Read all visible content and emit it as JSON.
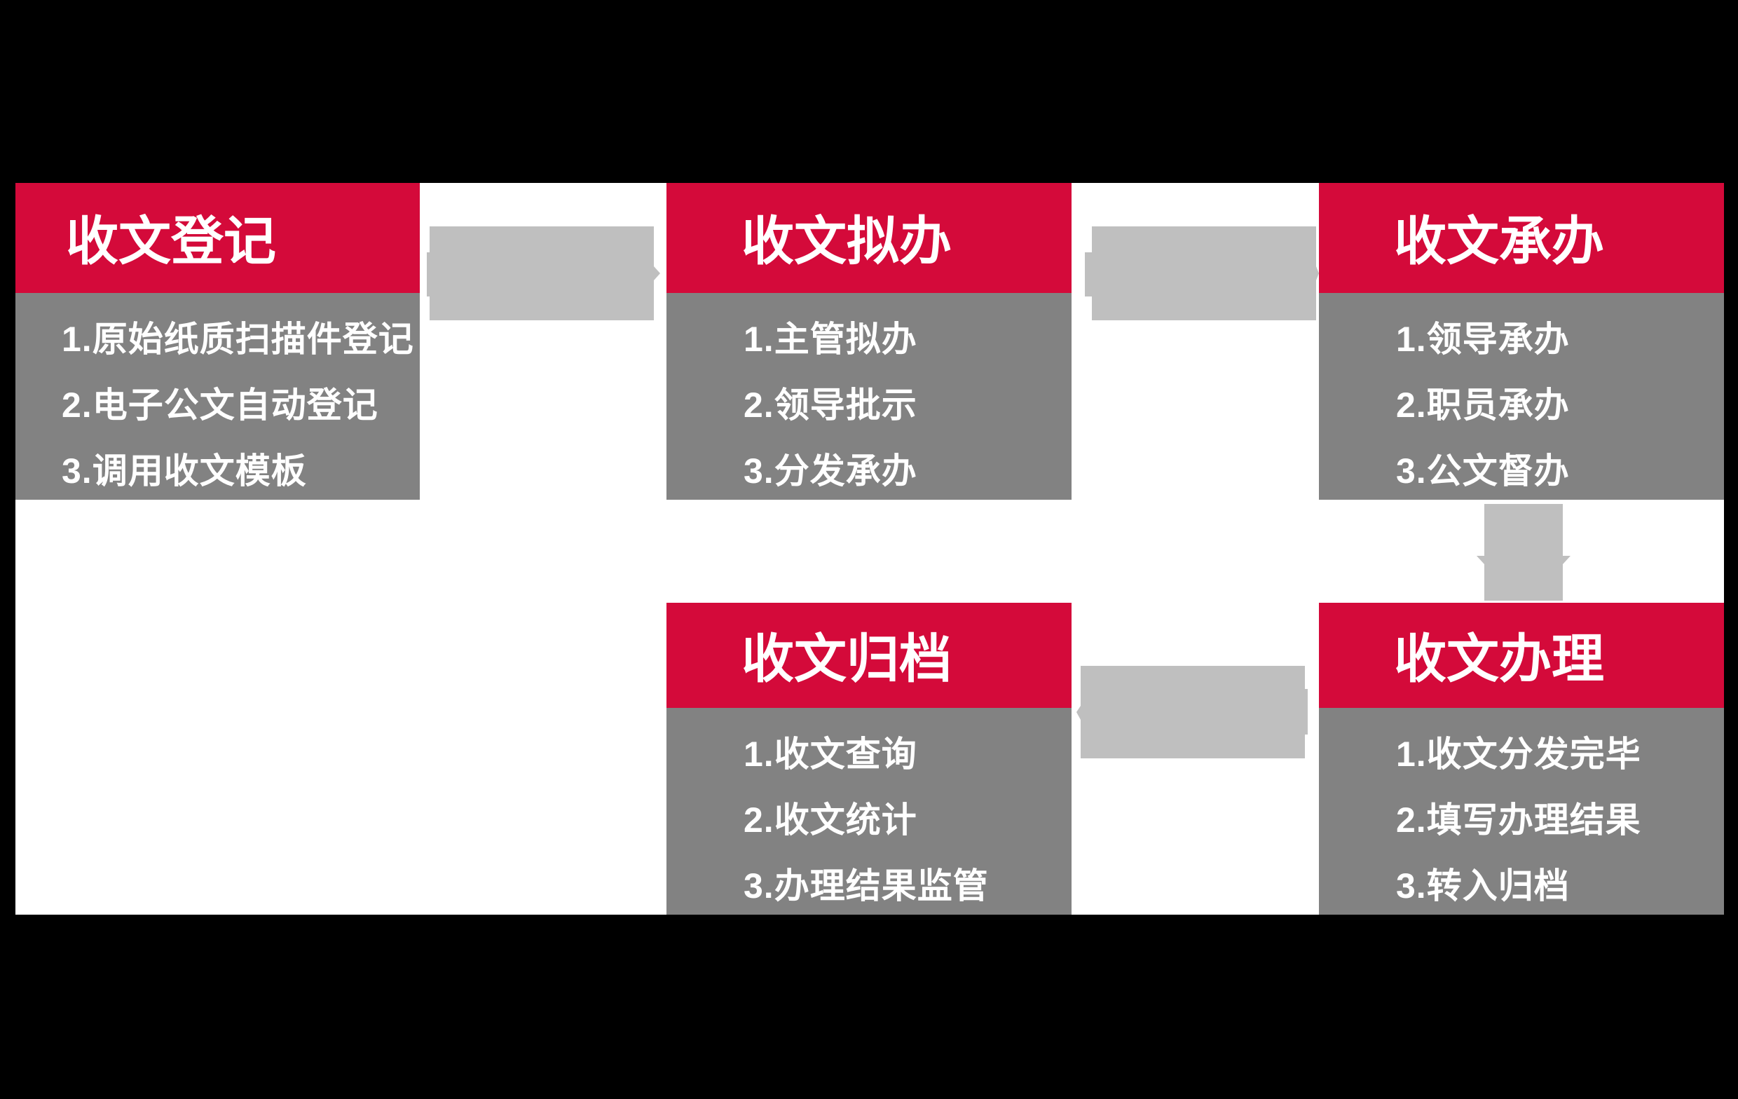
{
  "diagram": {
    "type": "flowchart",
    "topic": "收文处理流程",
    "background": "#000000",
    "panel_background": "#ffffff"
  },
  "colors": {
    "header_red": "#d40a3a",
    "body_gray": "#828282",
    "arrow_gray": "#bfbfbf",
    "text_white": "#ffffff"
  },
  "boxes": [
    {
      "id": "receive-register",
      "title": "收文登记",
      "items": [
        "1.原始纸质扫描件登记",
        "2.电子公文自动登记",
        "3.调用收文模板"
      ]
    },
    {
      "id": "receive-propose",
      "title": "收文拟办",
      "items": [
        "1.主管拟办",
        "2.领导批示",
        "3.分发承办"
      ]
    },
    {
      "id": "receive-undertake",
      "title": "收文承办",
      "items": [
        "1.领导承办",
        "2.职员承办",
        "3.公文督办"
      ]
    },
    {
      "id": "receive-handle",
      "title": "收文办理",
      "items": [
        "1.收文分发完毕",
        "2.填写办理结果",
        "3.转入归档"
      ]
    },
    {
      "id": "receive-archive",
      "title": "收文归档",
      "items": [
        "1.收文查询",
        "2.收文统计",
        "3.办理结果监管"
      ]
    }
  ],
  "connections": [
    {
      "from": "收文登记",
      "to": "收文拟办",
      "direction": "right"
    },
    {
      "from": "收文拟办",
      "to": "收文承办",
      "direction": "right"
    },
    {
      "from": "收文承办",
      "to": "收文办理",
      "direction": "down"
    },
    {
      "from": "收文办理",
      "to": "收文归档",
      "direction": "left"
    }
  ]
}
